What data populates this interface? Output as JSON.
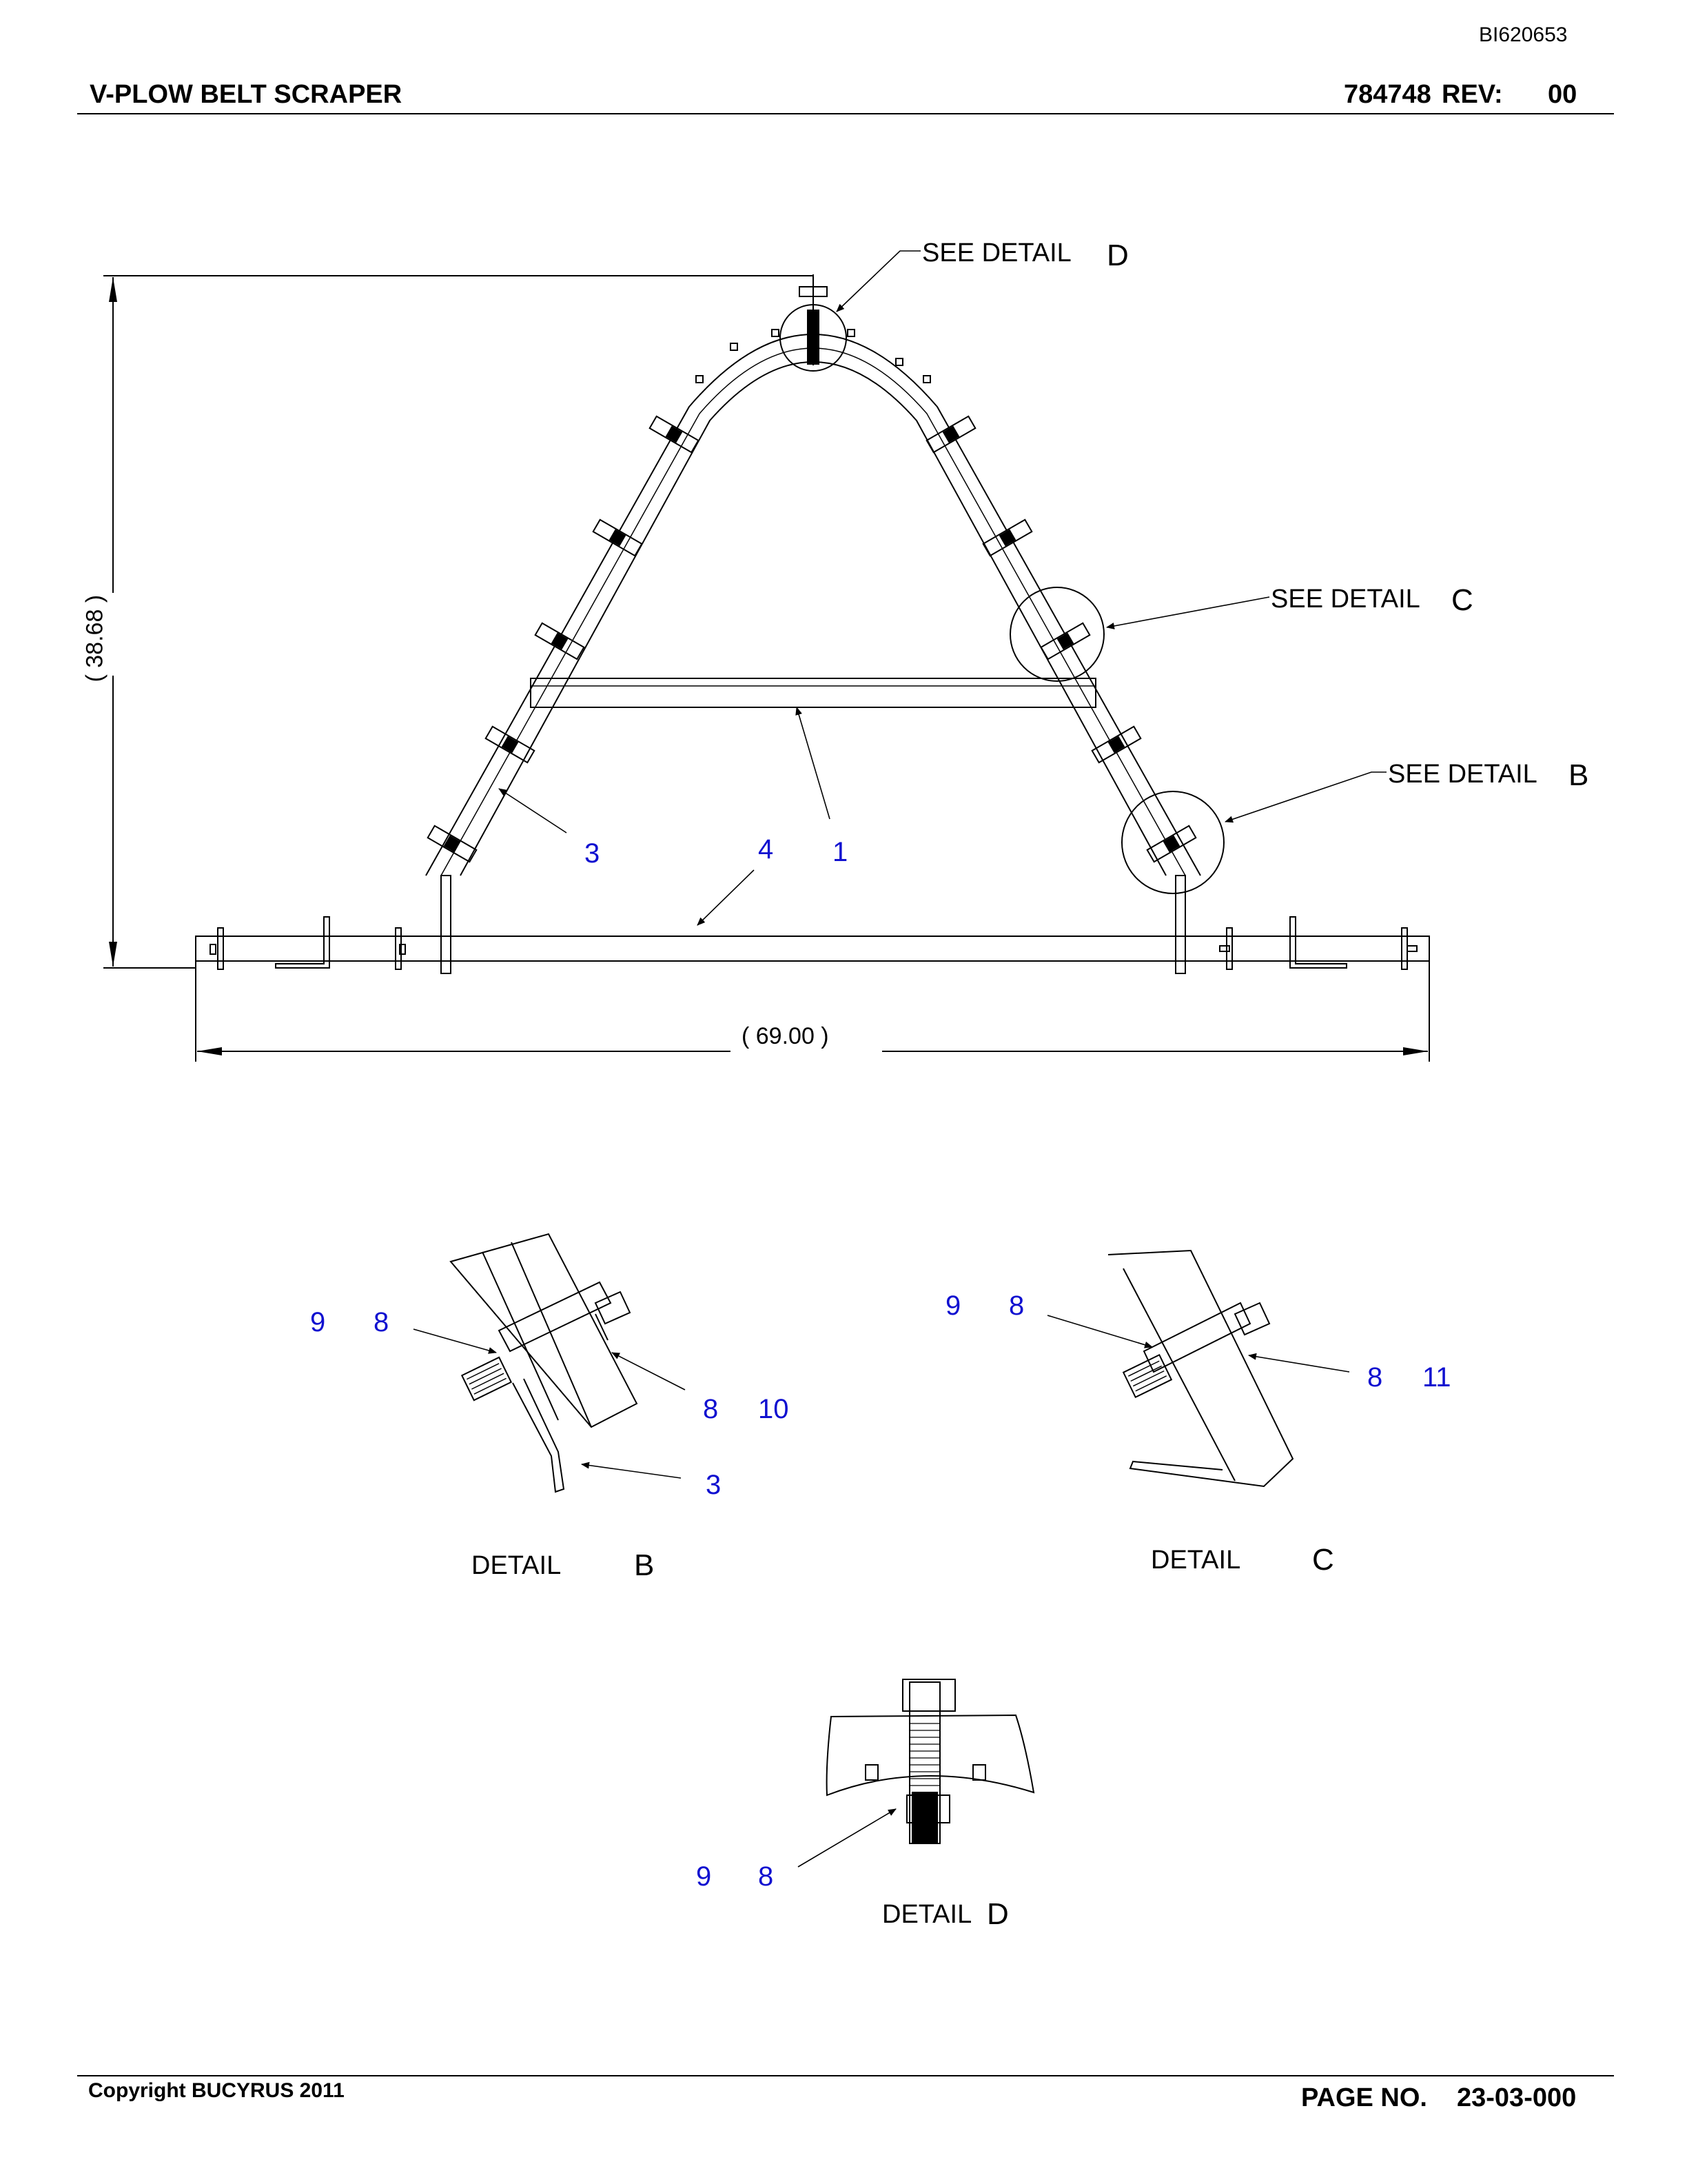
{
  "header": {
    "doc_id": "BI620653",
    "title": "V-PLOW BELT SCRAPER",
    "part_number": "784748",
    "rev_label": "REV:",
    "rev_value": "00"
  },
  "main_view": {
    "see_detail_d": {
      "label": "SEE DETAIL",
      "letter": "D"
    },
    "see_detail_c": {
      "label": "SEE DETAIL",
      "letter": "C"
    },
    "see_detail_b": {
      "label": "SEE DETAIL",
      "letter": "B"
    },
    "height_dim": "( 38.68 )",
    "width_dim": "( 69.00 )",
    "item_numbers": {
      "a": "3",
      "b": "4",
      "c": "1"
    }
  },
  "detail_b": {
    "title": "DETAIL",
    "letter": "B",
    "item_numbers": {
      "a": "9",
      "b": "8",
      "c": "8",
      "d": "10",
      "e": "3"
    }
  },
  "detail_c": {
    "title": "DETAIL",
    "letter": "C",
    "item_numbers": {
      "a": "9",
      "b": "8",
      "c": "8",
      "d": "11"
    }
  },
  "detail_d": {
    "title": "DETAIL",
    "letter": "D",
    "item_numbers": {
      "a": "9",
      "b": "8"
    }
  },
  "footer": {
    "copyright": "Copyright BUCYRUS 2011",
    "page_label": "PAGE NO.",
    "page_value": "23-03-000"
  },
  "colors": {
    "item_number": "#1010d0",
    "line": "#000000"
  }
}
